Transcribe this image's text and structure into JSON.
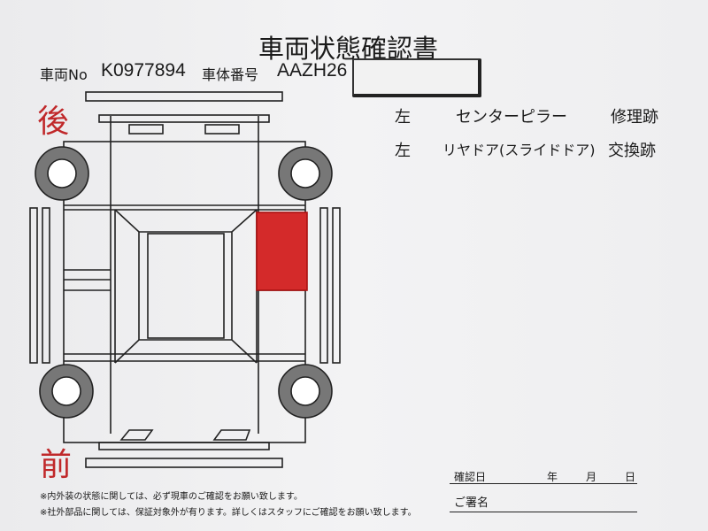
{
  "document": {
    "title": "車両状態確認書",
    "vehicle_no_label": "車両No",
    "vehicle_no": "K0977894",
    "chassis_label": "車体番号",
    "chassis_no": "AAZH26",
    "rear_label": "後",
    "front_label": "前",
    "remarks": [
      {
        "side": "左",
        "part": "センターピラー",
        "type": "修理跡"
      },
      {
        "side": "左",
        "part": "リヤドア(スライドドア)",
        "type": "交換跡"
      }
    ],
    "notes": [
      "※内外装の状態に関しては、必ず現車のご確認をお願い致します。",
      "※社外部品に関しては、保証対象外が有ります。詳しくはスタッフにご確認をお願い致します。"
    ],
    "confirm_date_label": "確認日",
    "year_label": "年",
    "month_label": "月",
    "day_label": "日",
    "signature_label": "ご署名",
    "highlight_color": "#d42a2a"
  }
}
